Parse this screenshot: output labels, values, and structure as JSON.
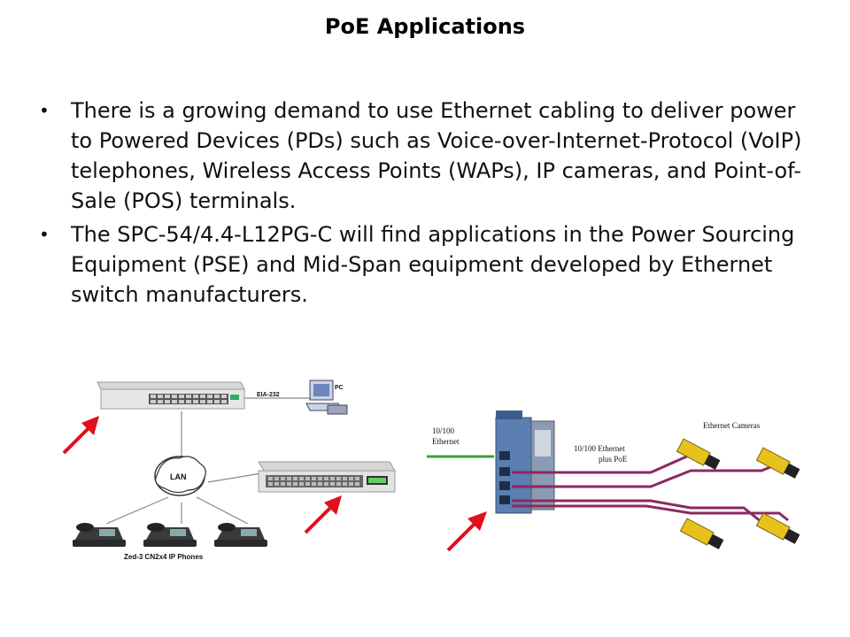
{
  "slide": {
    "title": "PoE Applications",
    "bullets": [
      "There is a growing demand to use Ethernet cabling to deliver power to Powered Devices (PDs) such as Voice-over-Internet-Protocol (VoIP) telephones, Wireless Access Points (WAPs), IP cameras, and Point-of-Sale (POS) terminals.",
      "The SPC-54/4.4-L12PG-C will find applications in the Power Sourcing Equipment (PSE) and Mid-Span equipment developed by Ethernet switch manufacturers."
    ]
  },
  "left_diagram": {
    "pc_label": "PC",
    "link_label": "EIA-232",
    "lan_label": "LAN",
    "phones_label": "Zed-3 CN2x4 IP Phones"
  },
  "right_diagram": {
    "ethernet_in_label_1": "10/100",
    "ethernet_in_label_2": "Ethernet",
    "poe_label_1": "10/100 Ethernet",
    "poe_label_2": "plus PoE",
    "cameras_label": "Ethernet Cameras"
  },
  "colors": {
    "arrow": "#e0101c",
    "poe_cable": "#8b2a5f",
    "ethernet_cable": "#3aa03a",
    "camera_body": "#e8c21c",
    "switch_body": "#5a7fb0"
  }
}
